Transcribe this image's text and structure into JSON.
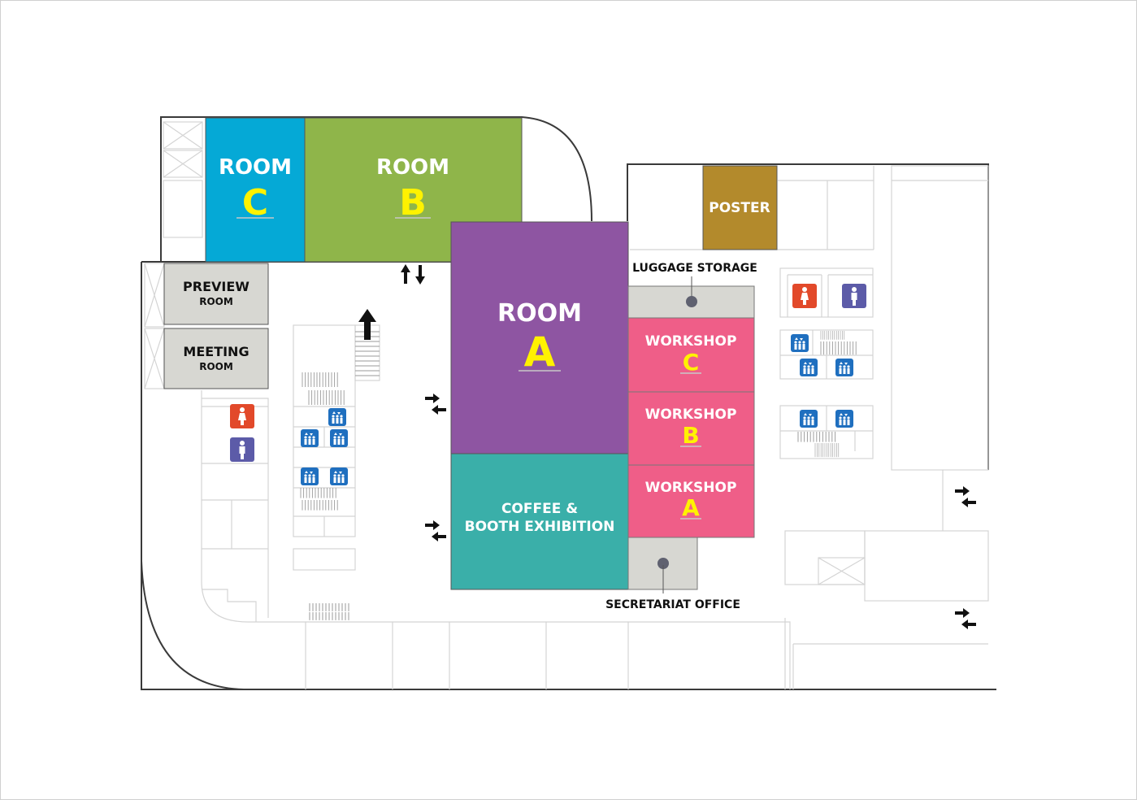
{
  "map": {
    "title": "Venue Floor Plan",
    "rooms": [
      {
        "id": "room-c",
        "line1": "ROOM",
        "line2": "C",
        "color": "#05a9d6"
      },
      {
        "id": "room-b",
        "line1": "ROOM",
        "line2": "B",
        "color": "#8fb54a"
      },
      {
        "id": "room-a",
        "line1": "ROOM",
        "line2": "A",
        "color": "#8e55a2"
      },
      {
        "id": "coffee-booth",
        "line1": "COFFEE &",
        "line2": "BOOTH EXHIBITION",
        "color": "#3aafa9"
      },
      {
        "id": "workshop-c",
        "line1": "WORKSHOP",
        "line2": "C",
        "color": "#ef5e88"
      },
      {
        "id": "workshop-b",
        "line1": "WORKSHOP",
        "line2": "B",
        "color": "#ef5e88"
      },
      {
        "id": "workshop-a",
        "line1": "WORKSHOP",
        "line2": "A",
        "color": "#ef5e88"
      },
      {
        "id": "poster",
        "line1": "POSTER",
        "color": "#b38a2c"
      },
      {
        "id": "preview-room",
        "line1": "PREVIEW",
        "line2": "ROOM",
        "color": "#d7d7d2"
      },
      {
        "id": "meeting-room",
        "line1": "MEETING",
        "line2": "ROOM",
        "color": "#d7d7d2"
      }
    ],
    "callouts": {
      "luggage_storage": "LUGGAGE STORAGE",
      "secretariat_office": "SECRETARIAT OFFICE"
    },
    "colors": {
      "accent_letter": "#fff200",
      "female_restroom": "#e2492a",
      "male_restroom": "#5c5ba8",
      "elevator": "#1f6fbf",
      "service_room": "#d7d7d2",
      "marker_dot": "#5f6170"
    },
    "icons": {
      "female": "female-restroom-icon",
      "male": "male-restroom-icon",
      "elevator": "elevator-icon",
      "entrance": "entrance-arrows-icon",
      "escalator": "escalator-arrow-icon"
    }
  }
}
